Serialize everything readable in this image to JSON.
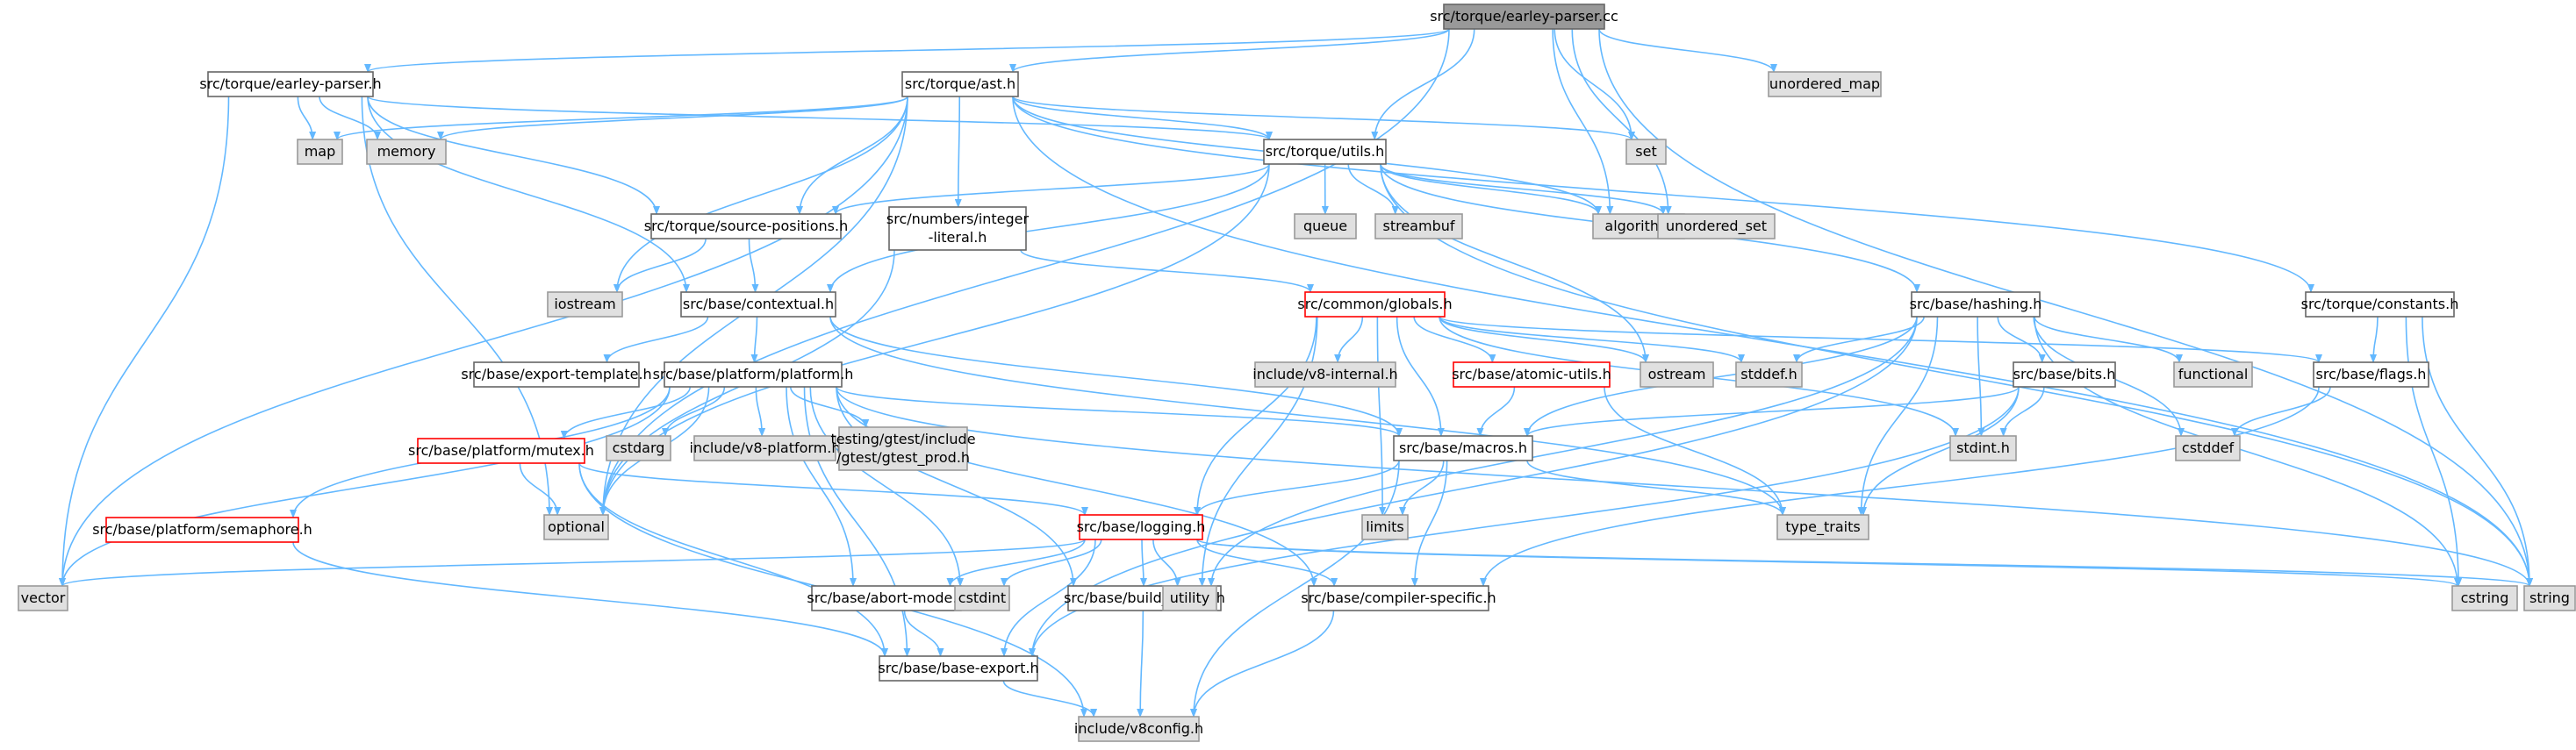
{
  "colors": {
    "edge": "#63b8ff",
    "node_border": "#666666",
    "node_fill": "#ffffff",
    "external_fill": "#e0e0e0",
    "external_border": "#999999",
    "root_fill": "#999999",
    "incomplete_border": "#ff0000"
  },
  "nodes": [
    {
      "id": "earley_cc",
      "label": "src/torque/earley-parser.cc",
      "kind": "root"
    },
    {
      "id": "earley_h",
      "label": "src/torque/earley-parser.h",
      "kind": "file"
    },
    {
      "id": "ast_h",
      "label": "src/torque/ast.h",
      "kind": "file"
    },
    {
      "id": "unordered_map",
      "label": "unordered_map",
      "kind": "external"
    },
    {
      "id": "map",
      "label": "map",
      "kind": "external"
    },
    {
      "id": "memory",
      "label": "memory",
      "kind": "external"
    },
    {
      "id": "utils_h",
      "label": "src/torque/utils.h",
      "kind": "file"
    },
    {
      "id": "set",
      "label": "set",
      "kind": "external"
    },
    {
      "id": "source_positions_h",
      "label": "src/torque/source-positions.h",
      "kind": "file"
    },
    {
      "id": "integer_literal_h",
      "label": [
        "src/numbers/integer",
        "-literal.h"
      ],
      "kind": "file"
    },
    {
      "id": "queue",
      "label": "queue",
      "kind": "external"
    },
    {
      "id": "streambuf",
      "label": "streambuf",
      "kind": "external"
    },
    {
      "id": "algorithm",
      "label": "algorithm",
      "kind": "external"
    },
    {
      "id": "unordered_set",
      "label": "unordered_set",
      "kind": "external"
    },
    {
      "id": "iostream",
      "label": "iostream",
      "kind": "external"
    },
    {
      "id": "contextual_h",
      "label": "src/base/contextual.h",
      "kind": "file"
    },
    {
      "id": "globals_h",
      "label": "src/common/globals.h",
      "kind": "incomplete"
    },
    {
      "id": "hashing_h",
      "label": "src/base/hashing.h",
      "kind": "file"
    },
    {
      "id": "constants_h",
      "label": "src/torque/constants.h",
      "kind": "file"
    },
    {
      "id": "export_template_h",
      "label": "src/base/export-template.h",
      "kind": "file"
    },
    {
      "id": "platform_h",
      "label": "src/base/platform/platform.h",
      "kind": "file"
    },
    {
      "id": "v8_internal_h",
      "label": "include/v8-internal.h",
      "kind": "external"
    },
    {
      "id": "atomic_utils_h",
      "label": "src/base/atomic-utils.h",
      "kind": "incomplete"
    },
    {
      "id": "ostream",
      "label": "ostream",
      "kind": "external"
    },
    {
      "id": "stddef_h",
      "label": "stddef.h",
      "kind": "external"
    },
    {
      "id": "bits_h",
      "label": "src/base/bits.h",
      "kind": "file"
    },
    {
      "id": "functional",
      "label": "functional",
      "kind": "external"
    },
    {
      "id": "flags_h",
      "label": "src/base/flags.h",
      "kind": "file"
    },
    {
      "id": "mutex_h",
      "label": "src/base/platform/mutex.h",
      "kind": "incomplete"
    },
    {
      "id": "cstdarg",
      "label": "cstdarg",
      "kind": "external"
    },
    {
      "id": "v8_platform_h",
      "label": "include/v8-platform.h",
      "kind": "external"
    },
    {
      "id": "gtest_prod_h",
      "label": [
        "testing/gtest/include",
        "/gtest/gtest_prod.h"
      ],
      "kind": "external"
    },
    {
      "id": "macros_h",
      "label": "src/base/macros.h",
      "kind": "file"
    },
    {
      "id": "stdint_h",
      "label": "stdint.h",
      "kind": "external"
    },
    {
      "id": "cstddef",
      "label": "cstddef",
      "kind": "external"
    },
    {
      "id": "semaphore_h",
      "label": "src/base/platform/semaphore.h",
      "kind": "incomplete"
    },
    {
      "id": "optional",
      "label": "optional",
      "kind": "external"
    },
    {
      "id": "limits",
      "label": "limits",
      "kind": "external"
    },
    {
      "id": "logging_h",
      "label": "src/base/logging.h",
      "kind": "incomplete"
    },
    {
      "id": "type_traits",
      "label": "type_traits",
      "kind": "external"
    },
    {
      "id": "vector",
      "label": "vector",
      "kind": "external"
    },
    {
      "id": "abort_mode_h",
      "label": "src/base/abort-mode.h",
      "kind": "file"
    },
    {
      "id": "cstdint",
      "label": "cstdint",
      "kind": "external"
    },
    {
      "id": "build_config_h",
      "label": "src/base/build_config.h",
      "kind": "file"
    },
    {
      "id": "utility",
      "label": "utility",
      "kind": "external"
    },
    {
      "id": "compiler_specific_h",
      "label": "src/base/compiler-specific.h",
      "kind": "file"
    },
    {
      "id": "cstring",
      "label": "cstring",
      "kind": "external"
    },
    {
      "id": "string",
      "label": "string",
      "kind": "external"
    },
    {
      "id": "base_export_h",
      "label": "src/base/base-export.h",
      "kind": "file"
    },
    {
      "id": "v8config_h",
      "label": "include/v8config.h",
      "kind": "external"
    }
  ],
  "edges": [
    [
      "earley_cc",
      "earley_h"
    ],
    [
      "earley_cc",
      "ast_h"
    ],
    [
      "earley_cc",
      "utils_h"
    ],
    [
      "earley_cc",
      "set"
    ],
    [
      "earley_cc",
      "algorithm"
    ],
    [
      "earley_cc",
      "unordered_set"
    ],
    [
      "earley_cc",
      "unordered_map"
    ],
    [
      "earley_cc",
      "optional"
    ],
    [
      "earley_cc",
      "string"
    ],
    [
      "earley_h",
      "map"
    ],
    [
      "earley_h",
      "memory"
    ],
    [
      "earley_h",
      "vector"
    ],
    [
      "earley_h",
      "optional"
    ],
    [
      "earley_h",
      "contextual_h"
    ],
    [
      "earley_h",
      "source_positions_h"
    ],
    [
      "earley_h",
      "utils_h"
    ],
    [
      "ast_h",
      "algorithm"
    ],
    [
      "ast_h",
      "iostream"
    ],
    [
      "ast_h",
      "map"
    ],
    [
      "ast_h",
      "memory"
    ],
    [
      "ast_h",
      "optional"
    ],
    [
      "ast_h",
      "set"
    ],
    [
      "ast_h",
      "string"
    ],
    [
      "ast_h",
      "vector"
    ],
    [
      "ast_h",
      "integer_literal_h"
    ],
    [
      "ast_h",
      "constants_h"
    ],
    [
      "ast_h",
      "source_positions_h"
    ],
    [
      "ast_h",
      "utils_h"
    ],
    [
      "utils_h",
      "algorithm"
    ],
    [
      "utils_h",
      "ostream"
    ],
    [
      "utils_h",
      "queue"
    ],
    [
      "utils_h",
      "streambuf"
    ],
    [
      "utils_h",
      "string"
    ],
    [
      "utils_h",
      "unordered_set"
    ],
    [
      "utils_h",
      "hashing_h"
    ],
    [
      "utils_h",
      "contextual_h"
    ],
    [
      "utils_h",
      "optional"
    ],
    [
      "utils_h",
      "source_positions_h"
    ],
    [
      "source_positions_h",
      "iostream"
    ],
    [
      "source_positions_h",
      "contextual_h"
    ],
    [
      "integer_literal_h",
      "optional"
    ],
    [
      "integer_literal_h",
      "globals_h"
    ],
    [
      "contextual_h",
      "type_traits"
    ],
    [
      "contextual_h",
      "export_template_h"
    ],
    [
      "contextual_h",
      "macros_h"
    ],
    [
      "contextual_h",
      "platform_h"
    ],
    [
      "globals_h",
      "ostream"
    ],
    [
      "globals_h",
      "limits"
    ],
    [
      "globals_h",
      "stdint_h"
    ],
    [
      "globals_h",
      "stddef_h"
    ],
    [
      "globals_h",
      "v8_internal_h"
    ],
    [
      "globals_h",
      "atomic_utils_h"
    ],
    [
      "globals_h",
      "build_config_h"
    ],
    [
      "globals_h",
      "flags_h"
    ],
    [
      "globals_h",
      "logging_h"
    ],
    [
      "globals_h",
      "macros_h"
    ],
    [
      "atomic_utils_h",
      "type_traits"
    ],
    [
      "atomic_utils_h",
      "macros_h"
    ],
    [
      "hashing_h",
      "stddef_h"
    ],
    [
      "hashing_h",
      "stdint_h"
    ],
    [
      "hashing_h",
      "cstring"
    ],
    [
      "hashing_h",
      "functional"
    ],
    [
      "hashing_h",
      "type_traits"
    ],
    [
      "hashing_h",
      "utility"
    ],
    [
      "hashing_h",
      "base_export_h"
    ],
    [
      "hashing_h",
      "bits_h"
    ],
    [
      "hashing_h",
      "macros_h"
    ],
    [
      "hashing_h",
      "cstddef"
    ],
    [
      "bits_h",
      "stdint_h"
    ],
    [
      "bits_h",
      "type_traits"
    ],
    [
      "bits_h",
      "base_export_h"
    ],
    [
      "bits_h",
      "macros_h"
    ],
    [
      "constants_h",
      "cstring"
    ],
    [
      "constants_h",
      "string"
    ],
    [
      "constants_h",
      "flags_h"
    ],
    [
      "flags_h",
      "cstddef"
    ],
    [
      "flags_h",
      "compiler_specific_h"
    ],
    [
      "platform_h",
      "cstdarg"
    ],
    [
      "platform_h",
      "cstdint"
    ],
    [
      "platform_h",
      "optional"
    ],
    [
      "platform_h",
      "string"
    ],
    [
      "platform_h",
      "vector"
    ],
    [
      "platform_h",
      "abort_mode_h"
    ],
    [
      "platform_h",
      "base_export_h"
    ],
    [
      "platform_h",
      "build_config_h"
    ],
    [
      "platform_h",
      "compiler_specific_h"
    ],
    [
      "platform_h",
      "mutex_h"
    ],
    [
      "platform_h",
      "semaphore_h"
    ],
    [
      "platform_h",
      "v8_platform_h"
    ],
    [
      "platform_h",
      "gtest_prod_h"
    ],
    [
      "platform_h",
      "macros_h"
    ],
    [
      "mutex_h",
      "optional"
    ],
    [
      "mutex_h",
      "base_export_h"
    ],
    [
      "mutex_h",
      "logging_h"
    ],
    [
      "mutex_h",
      "v8config_h"
    ],
    [
      "semaphore_h",
      "base_export_h"
    ],
    [
      "macros_h",
      "limits"
    ],
    [
      "macros_h",
      "type_traits"
    ],
    [
      "macros_h",
      "compiler_specific_h"
    ],
    [
      "macros_h",
      "logging_h"
    ],
    [
      "macros_h",
      "v8config_h"
    ],
    [
      "logging_h",
      "cstdint"
    ],
    [
      "logging_h",
      "cstring"
    ],
    [
      "logging_h",
      "string"
    ],
    [
      "logging_h",
      "utility"
    ],
    [
      "logging_h",
      "vector"
    ],
    [
      "logging_h",
      "abort_mode_h"
    ],
    [
      "logging_h",
      "base_export_h"
    ],
    [
      "logging_h",
      "build_config_h"
    ],
    [
      "logging_h",
      "compiler_specific_h"
    ],
    [
      "abort_mode_h",
      "base_export_h"
    ],
    [
      "build_config_h",
      "v8config_h"
    ],
    [
      "compiler_specific_h",
      "v8config_h"
    ],
    [
      "base_export_h",
      "v8config_h"
    ]
  ]
}
